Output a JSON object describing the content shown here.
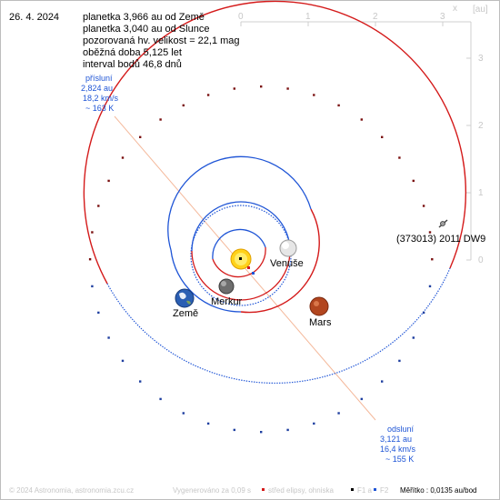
{
  "date": "26. 4. 2024",
  "info_lines": [
    "planetka 3,966 au od Země",
    "planetka 3,040 au od Slunce",
    "pozorovaná hv. velikost = 22,1 mag",
    "oběžná doba 5,125 let",
    "interval bodů 46,8 dnů"
  ],
  "axis": {
    "x_label": "x",
    "unit_label": "[au]",
    "x_ticks": [
      "0",
      "1",
      "2",
      "3"
    ],
    "y_ticks": [
      "3",
      "2",
      "1",
      "0"
    ]
  },
  "perihelion": {
    "title": "přísluní",
    "distance": "2,824 au",
    "speed": "18,2 km/s",
    "temp": "~ 163 K"
  },
  "aphelion": {
    "title": "odsluní",
    "distance": "3,121 au",
    "speed": "16,4 km/s",
    "temp": "~ 155 K"
  },
  "bodies": {
    "asteroid": "(373013) 2011 DW9",
    "venus": "Venuše",
    "mercury": "Merkur",
    "earth": "Země",
    "mars": "Mars"
  },
  "footer": {
    "copyright": "© 2024 Astronomia, astronomia.zcu.cz",
    "generated": "Vygenerováno za 0,09 s",
    "legend_center": "střed elipsy, ohniska",
    "legend_f1": "F1 a",
    "legend_f2": "F2",
    "scale": "Měřítko : 0,0135 au/bod"
  },
  "colors": {
    "blue": "#1f55d6",
    "red": "#d41a1a",
    "sun": "#ffd21a"
  }
}
